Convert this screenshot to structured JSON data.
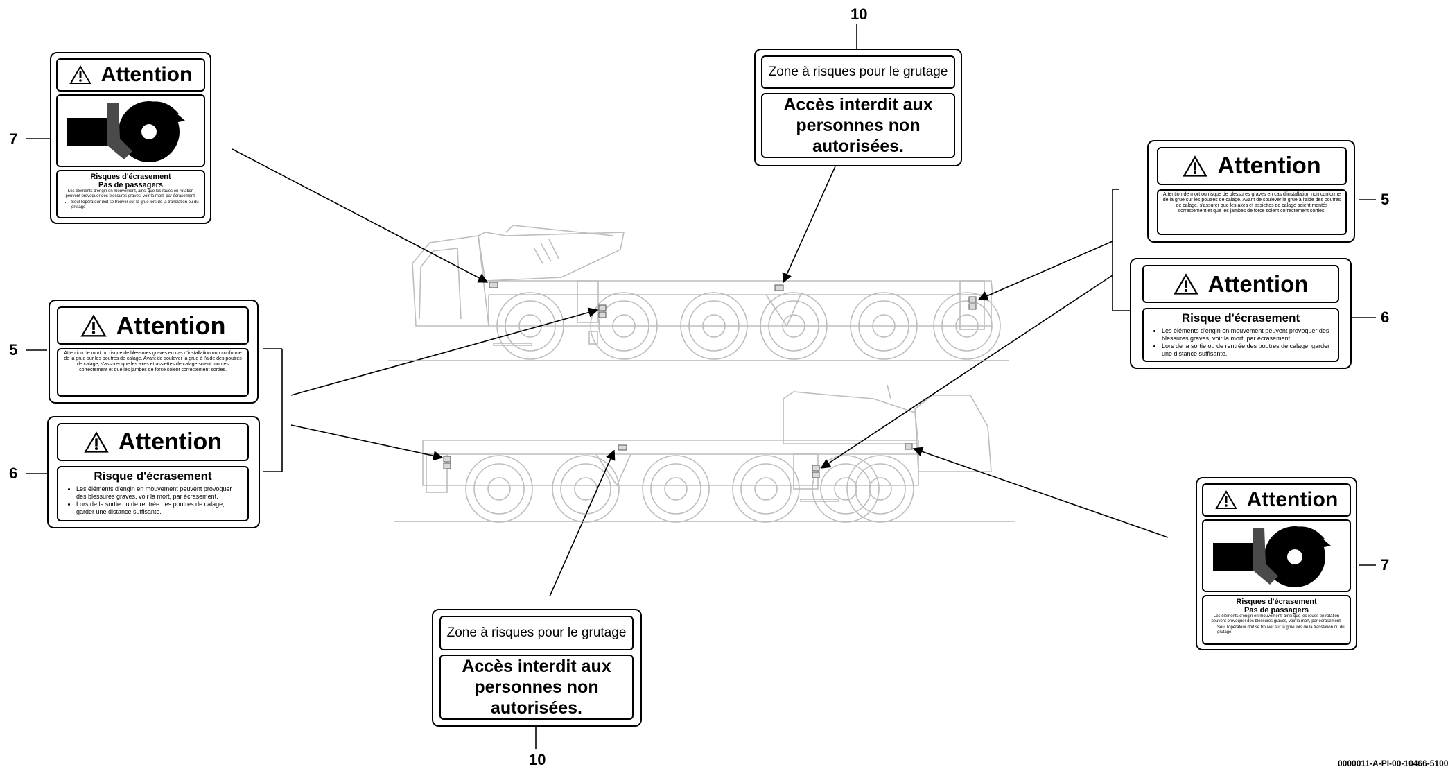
{
  "callouts": {
    "n10_top": "10",
    "n7_left": "7",
    "n5_left": "5",
    "n6_left": "6",
    "n10_bottom": "10",
    "n5_right": "5",
    "n6_right": "6",
    "n7_right": "7"
  },
  "labels": {
    "attention": "Attention",
    "crush_passengers_title": "Risques d'écrasement",
    "crush_passengers_subtitle": "Pas de passagers",
    "crush_passengers_body": "Les éléments d'engin en mouvement, ainsi que les roues en rotation peuvent provoquer des blessures graves, voir la mort, par écrasement.",
    "crush_passengers_bullet": "Seul l'opérateur doit se trouver sur la grue lors de la translation ou du grutage",
    "crush_passengers_body_right": "Les éléments d'engin en mouvement, ainsi que les roues en rotation peuvent provoquer des blessures graves, voir la mort, par écrasement.",
    "crush_passengers_bullet_right": "Seul l'opérateur doit se trouver sur la grue lors de la translation ou du grutage.",
    "outrigger_death_body": "Attention de mort ou risque de blessures graves en cas d'installation non conforme de la grue sur les poutres de calage. Avant de soulever la grue à l'aide des poutres de calage, s'assurer que les axes et assiettes de calage soient montés correctement et que les jambes de force soient correctement sorties.",
    "crush_risk_title": "Risque d'écrasement",
    "crush_risk_bullets": [
      "Les éléments d'engin en mouvement peuvent provoquer des blessures graves, voir la mort, par écrasement.",
      "Lors de la sortie ou de rentrée des poutres de calage, garder une distance suffisante."
    ],
    "zone_title": "Zone à risques pour le grutage",
    "acces_line1": "Accès interdit aux",
    "acces_line2": "personnes non",
    "acces_line3": "autorisées."
  },
  "doc_ref": "0000011-A-PI-00-10466-5100"
}
